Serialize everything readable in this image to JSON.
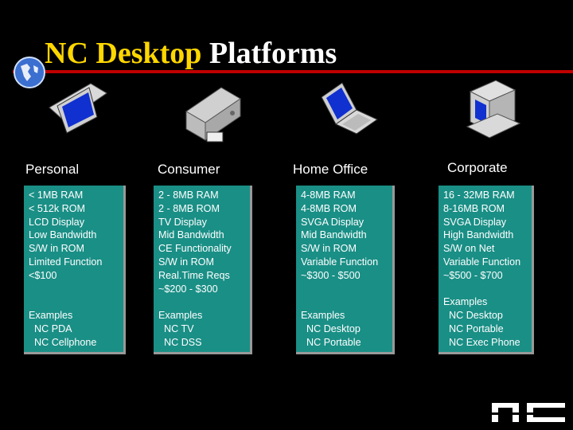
{
  "slide": {
    "title_part1": "NC Desktop",
    "title_part2": "Platforms"
  },
  "columns": [
    {
      "heading": "Personal",
      "icon": "laptop-icon",
      "specs": [
        "< 1MB RAM",
        "< 512k ROM",
        "LCD Display",
        "Low Bandwidth",
        "S/W in ROM",
        "Limited Function",
        "<$100"
      ],
      "examples_label": "Examples",
      "examples": [
        "NC PDA",
        "NC Cellphone"
      ]
    },
    {
      "heading": "Consumer",
      "icon": "set-top-box-icon",
      "specs": [
        "2 - 8MB RAM",
        "2 - 8MB ROM",
        "TV Display",
        "Mid Bandwidth",
        "CE Functionality",
        "S/W in ROM",
        "Real.Time Reqs",
        "~$200 - $300"
      ],
      "examples_label": "Examples",
      "examples": [
        "NC TV",
        "NC DSS"
      ]
    },
    {
      "heading": "Home Office",
      "icon": "notebook-computer-icon",
      "specs": [
        "4-8MB RAM",
        "4-8MB ROM",
        "SVGA Display",
        "Mid Bandwidth",
        "S/W in ROM",
        "Variable Function",
        "~$300 - $500"
      ],
      "examples_label": "Examples",
      "examples": [
        "NC Desktop",
        "NC Portable"
      ]
    },
    {
      "heading": "Corporate",
      "icon": "desktop-computer-icon",
      "specs": [
        "16 - 32MB RAM",
        "8-16MB ROM",
        "SVGA Display",
        "High Bandwidth",
        "S/W on Net",
        "Variable Function",
        "~$500 - $700"
      ],
      "examples_label": "Examples",
      "examples": [
        "NC Desktop",
        "NC Portable",
        "NC Exec Phone"
      ]
    }
  ],
  "icons": {
    "bullet": "globe-icon",
    "brand": "nc-logo"
  },
  "colors": {
    "background": "#000000",
    "box": "#1a8f86",
    "title_accent": "#ffd700",
    "rule": "#c00000"
  }
}
